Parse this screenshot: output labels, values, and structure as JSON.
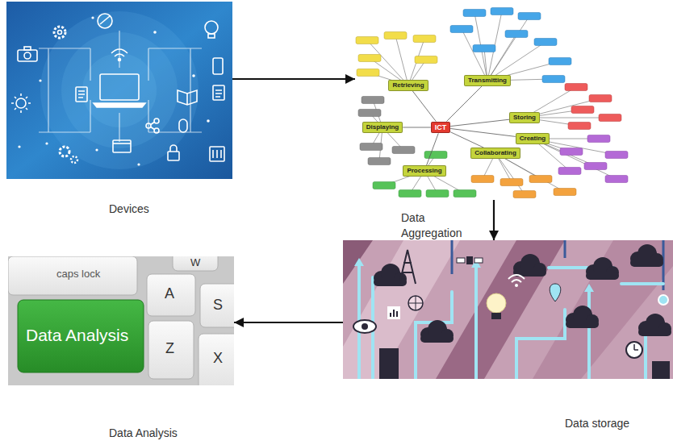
{
  "diagram": {
    "nodes": [
      {
        "text": [
          "Devices"
        ]
      },
      {
        "text": [
          "Data Aggregation"
        ]
      },
      {
        "text": [
          "ICT"
        ],
        "in": 1
      },
      {
        "text": [
          "Retrieving"
        ],
        "in": 1
      },
      {
        "text": [
          "Transmitting"
        ],
        "in": 1
      },
      {
        "text": [
          "Storing"
        ],
        "in": 1
      },
      {
        "text": [
          "Creating"
        ],
        "in": 1
      },
      {
        "text": [
          "Collaborating"
        ],
        "in": 1
      },
      {
        "text": [
          "Processing"
        ],
        "in": 1
      },
      {
        "text": [
          "Displaying"
        ],
        "in": 1
      },
      {
        "text": [
          "Data storage"
        ]
      },
      {
        "text": [
          "Data Analysis"
        ]
      }
    ],
    "edges": [
      {
        "from": 0,
        "to": 1,
        "arrow": "to"
      },
      {
        "from": 1,
        "to": 10,
        "arrow": "to"
      },
      {
        "from": 10,
        "to": 11,
        "arrow": "to"
      },
      {
        "from": 2,
        "to": 3,
        "arrow": "none"
      },
      {
        "from": 2,
        "to": 4,
        "arrow": "none"
      },
      {
        "from": 2,
        "to": 5,
        "arrow": "none"
      },
      {
        "from": 2,
        "to": 6,
        "arrow": "none"
      },
      {
        "from": 2,
        "to": 7,
        "arrow": "none"
      },
      {
        "from": 2,
        "to": 8,
        "arrow": "none"
      },
      {
        "from": 2,
        "to": 9,
        "arrow": "none"
      }
    ],
    "labels": [
      "caps lock",
      "Data Analysis",
      "W",
      "A",
      "S",
      "Z",
      "X"
    ]
  }
}
